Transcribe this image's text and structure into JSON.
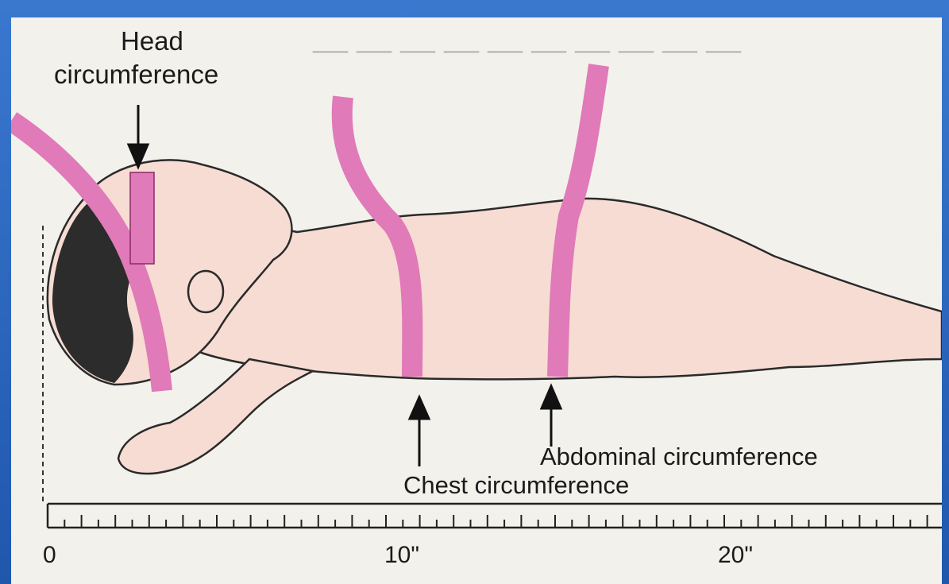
{
  "labels": {
    "head_line1": "Head",
    "head_line2": "circumference",
    "chest": "Chest circumference",
    "abdominal": "Abdominal circumference"
  },
  "ruler": {
    "ticks": [
      "0",
      "10\"",
      "20\""
    ]
  },
  "colors": {
    "frame": "#2a62b8",
    "tape": "#e07ab8",
    "skin": "#f6dcd2",
    "hair": "#2c2c2c"
  }
}
